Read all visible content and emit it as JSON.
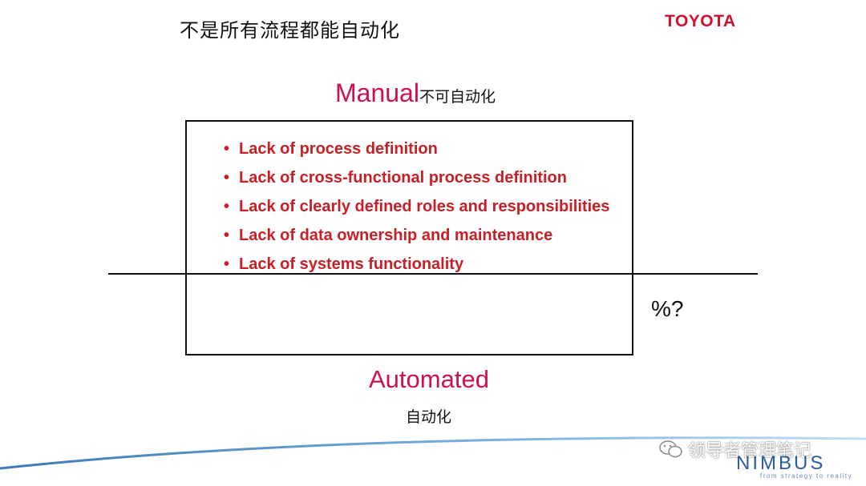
{
  "slide": {
    "title": "不是所有流程都能自动化",
    "logo_text": "TOYOTA",
    "manual_label": "Manual",
    "manual_zh": "不可自动化",
    "bullet_char": "•",
    "bullets": [
      "Lack of process definition",
      "Lack of cross-functional process definition",
      "Lack of clearly defined roles and responsibilities",
      "Lack of data ownership and maintenance",
      "Lack of systems functionality"
    ],
    "percent_label": "%?",
    "automated_label": "Automated",
    "automated_zh": "自动化"
  },
  "footer": {
    "watermark_text": "领导者管理笔记",
    "brand": "NIMBUS",
    "tagline": "from strategy to reality"
  },
  "colors": {
    "accent_red": "#c81e24",
    "toyota_red": "#d0112b",
    "brand_blue": "#2a5b9b"
  },
  "icons": [
    "wechat-icon"
  ]
}
